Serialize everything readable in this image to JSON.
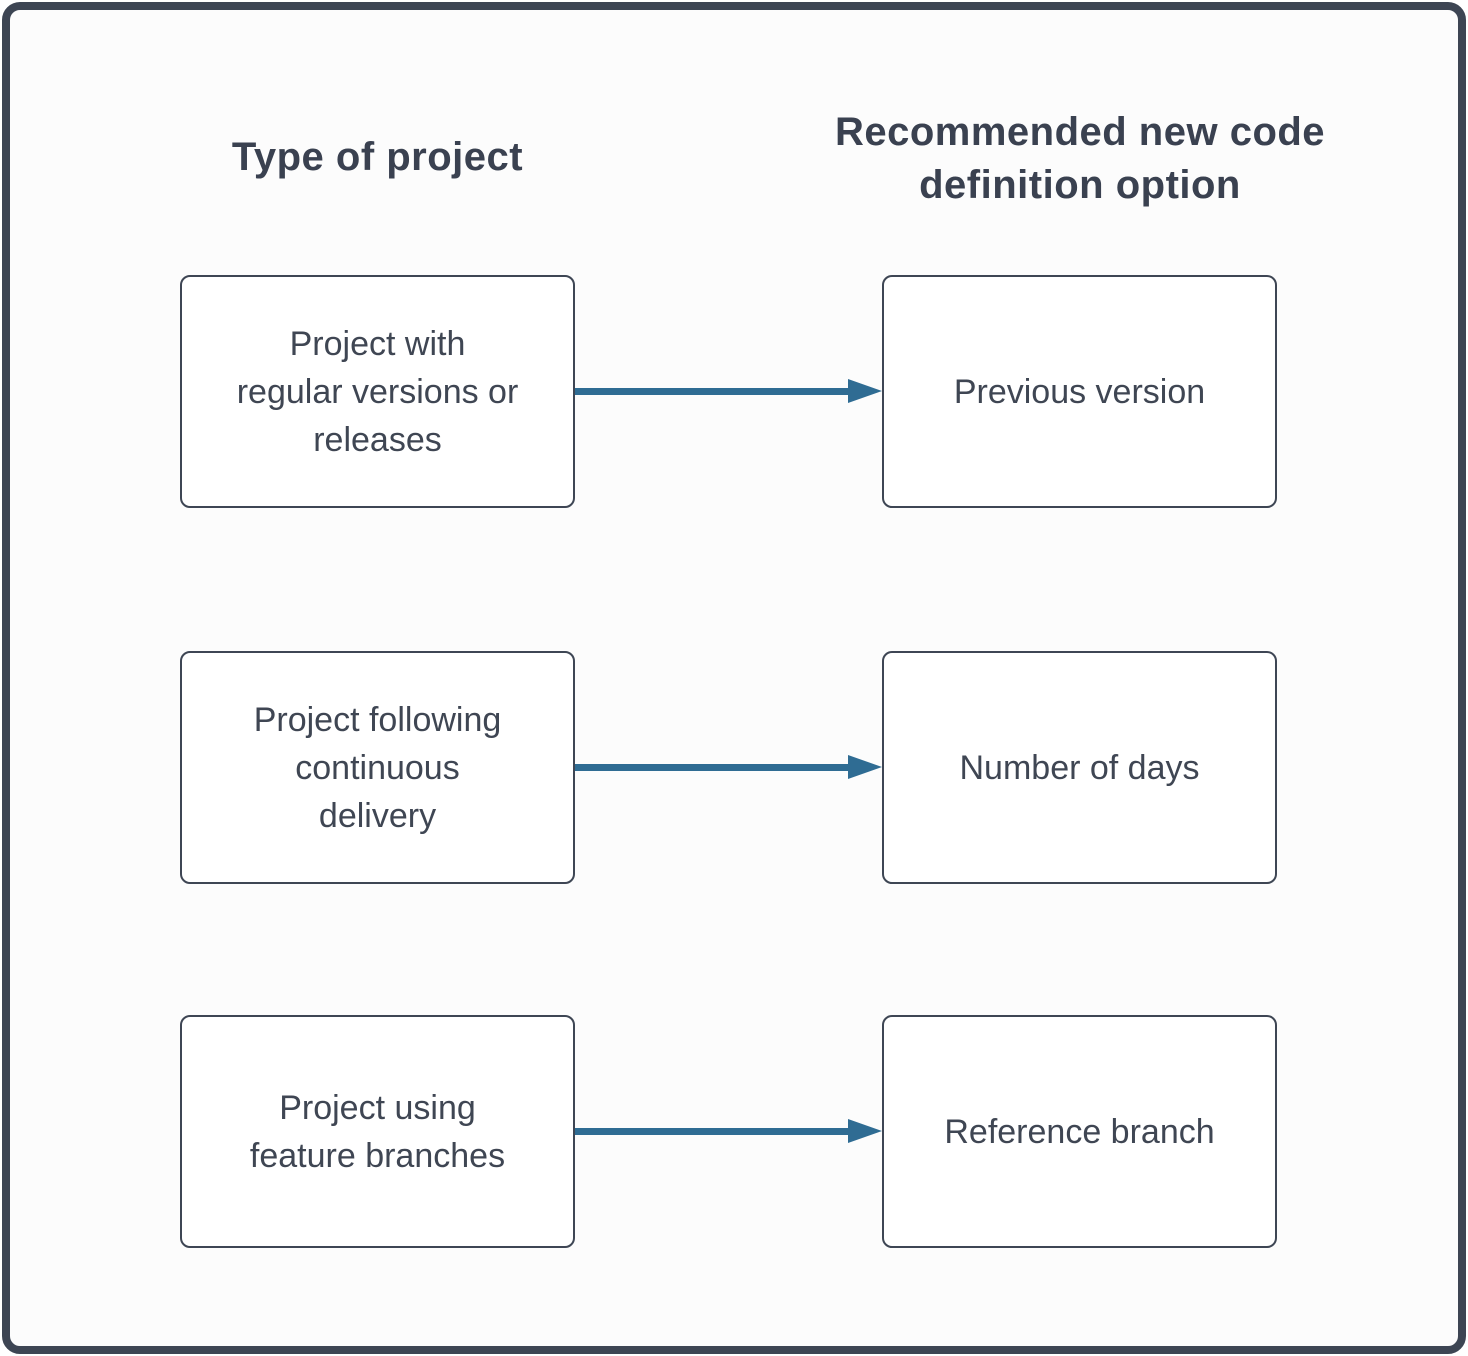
{
  "headers": {
    "left": "Type of project",
    "right": "Recommended new code definition option"
  },
  "rows": [
    {
      "type": "Project with regular versions or releases",
      "recommendation": "Previous version"
    },
    {
      "type": "Project following continuous delivery",
      "recommendation": "Number of days"
    },
    {
      "type": "Project using feature branches",
      "recommendation": "Reference branch"
    }
  ],
  "colors": {
    "frame_border": "#3d4553",
    "box_border": "#3e4654",
    "body_text": "#3f4653",
    "header_text": "#3a4150",
    "arrow": "#2f6c93",
    "canvas_background": "#fcfcfc"
  }
}
